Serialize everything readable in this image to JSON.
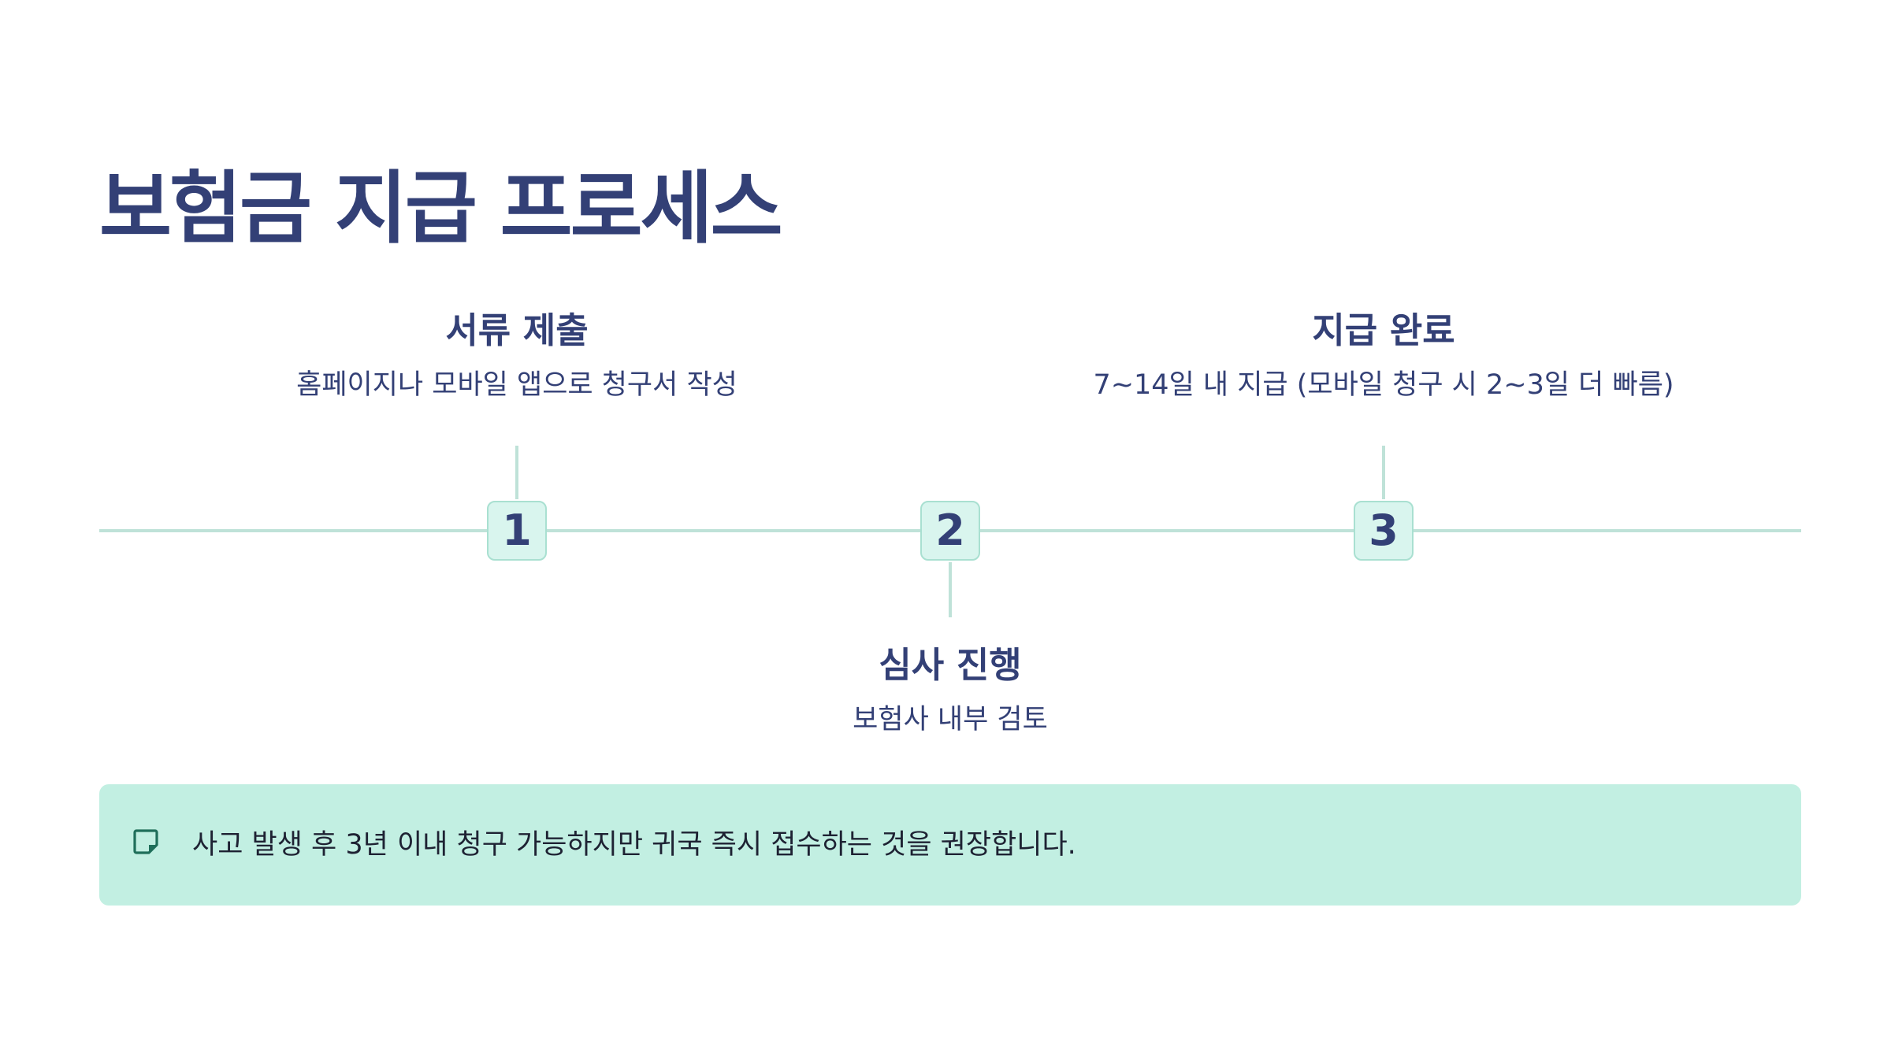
{
  "title": "보험금 지급 프로세스",
  "steps": [
    {
      "number": "1",
      "title": "서류 제출",
      "description": "홈페이지나 모바일 앱으로 청구서 작성"
    },
    {
      "number": "2",
      "title": "심사 진행",
      "description": "보험사 내부 검토"
    },
    {
      "number": "3",
      "title": "지급 완료",
      "description": "7~14일 내 지급 (모바일 청구 시 2~3일 더 빠름)"
    }
  ],
  "note": {
    "icon": "sticky-note-icon",
    "text": "사고 발생 후 3년 이내 청구 가능하지만 귀국 즉시 접수하는 것을 권장합니다."
  },
  "colors": {
    "primary": "#334076",
    "line": "#bfe2d8",
    "badge_fill": "#d9f5ee",
    "note_background": "#c2efe2",
    "note_icon": "#1f6e5a"
  }
}
